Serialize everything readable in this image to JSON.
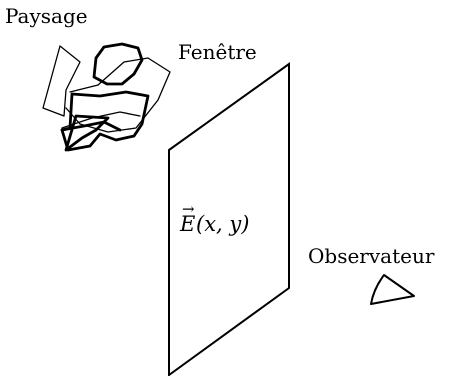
{
  "labels": {
    "landscape": "Paysage",
    "window": "Fenêtre",
    "observer": "Observateur"
  },
  "field": {
    "symbol": "E",
    "arrow": "→",
    "args": "(x, y)"
  },
  "colors": {
    "stroke": "#000000",
    "background": "#ffffff"
  }
}
